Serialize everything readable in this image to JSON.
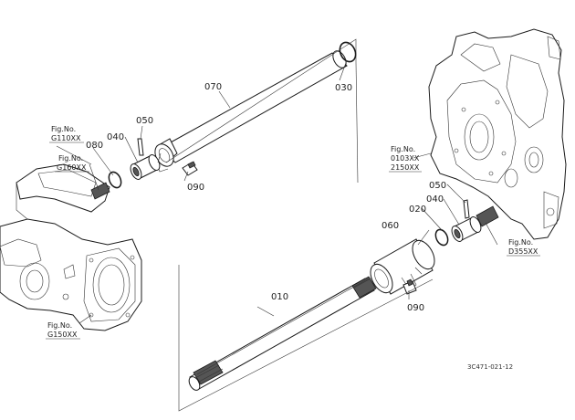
{
  "parts": {
    "p070": "070",
    "p030": "030",
    "p050a": "050",
    "p040a": "040",
    "p080": "080",
    "p090a": "090",
    "p060": "060",
    "p020": "020",
    "p050b": "050",
    "p040b": "040",
    "p090b": "090",
    "p010": "010"
  },
  "figrefs": {
    "g110_l1": "Fig.No.",
    "g110_l2": "G110XX",
    "g160_l1": "Fig.No.",
    "g160_l2": "G160XX",
    "g150_l1": "Fig.No.",
    "g150_l2": "G150XX",
    "f0103_l1": "Fig.No.",
    "f0103_l2": "0103XX",
    "f0103_l3": "2150XX",
    "d355_l1": "Fig.No.",
    "d355_l2": "D355XX"
  },
  "drawing_code": "3C471-021-12"
}
